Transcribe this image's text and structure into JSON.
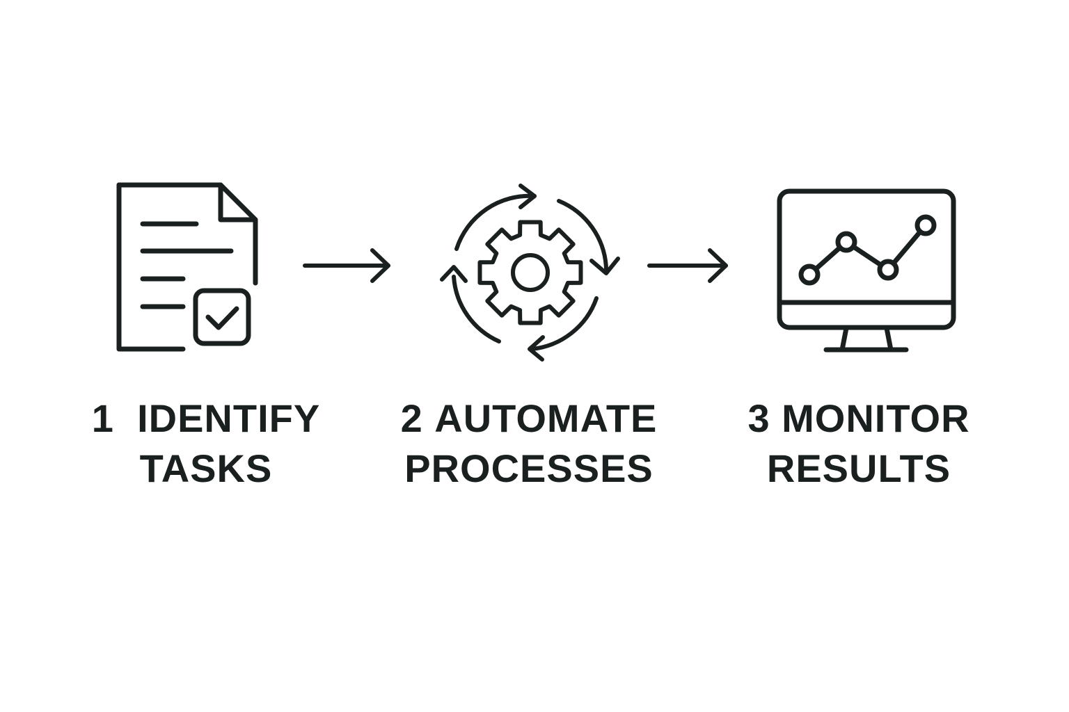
{
  "colors": {
    "background": "#ffffff",
    "ink": "#1a1f1f"
  },
  "steps": [
    {
      "number": "1",
      "line1": "IDENTIFY",
      "line2": "TASKS",
      "icon": "document-checkmark-icon"
    },
    {
      "number": "2",
      "line1": "AUTOMATE",
      "line2": "PROCESSES",
      "icon": "gear-cycle-icon"
    },
    {
      "number": "3",
      "line1": "MONITOR",
      "line2": "RESULTS",
      "icon": "monitor-line-chart-icon"
    }
  ],
  "connectors": [
    "arrow-right-icon",
    "arrow-right-icon"
  ]
}
